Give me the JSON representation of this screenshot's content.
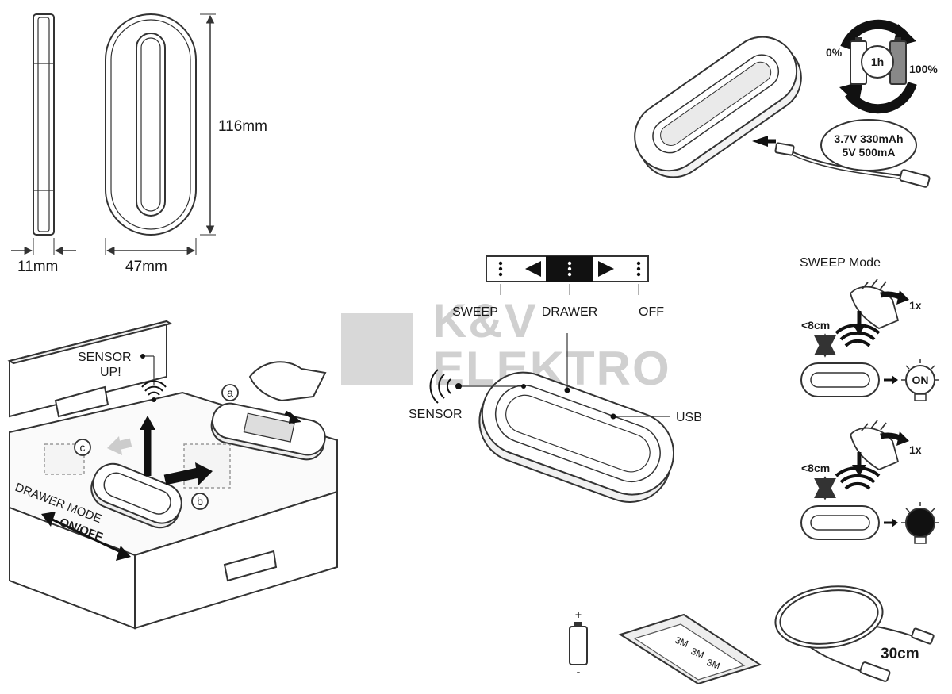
{
  "dimensions": {
    "height": "116mm",
    "thickness": "11mm",
    "width": "47mm"
  },
  "charging": {
    "empty": "0%",
    "full": "100%",
    "duration": "1h",
    "spec_line1": "3.7V 330mAh",
    "spec_line2": "5V 500mA"
  },
  "switch": {
    "modes": [
      "SWEEP",
      "DRAWER",
      "OFF"
    ]
  },
  "device_labels": {
    "sensor": "SENSOR",
    "usb": "USB"
  },
  "watermark": {
    "line1": "K&V",
    "line2": "ELEKTRO"
  },
  "sweep": {
    "title": "SWEEP Mode",
    "distance": "<8cm",
    "count": "1x",
    "on_label": "ON"
  },
  "drawer": {
    "sensor_line1": "SENSOR",
    "sensor_line2": "UP!",
    "step_a": "a",
    "step_b": "b",
    "step_c": "c",
    "mode_line1": "DRAWER MODE",
    "mode_line2": "ON/OFF"
  },
  "accessories": {
    "battery_plus": "+",
    "battery_minus": "-",
    "tape_text": "3M",
    "cable_length": "30cm"
  },
  "colors": {
    "line": "#333333",
    "fill": "#ffffff",
    "dark": "#1a1a1a",
    "watermark": "#d0d0d0"
  }
}
